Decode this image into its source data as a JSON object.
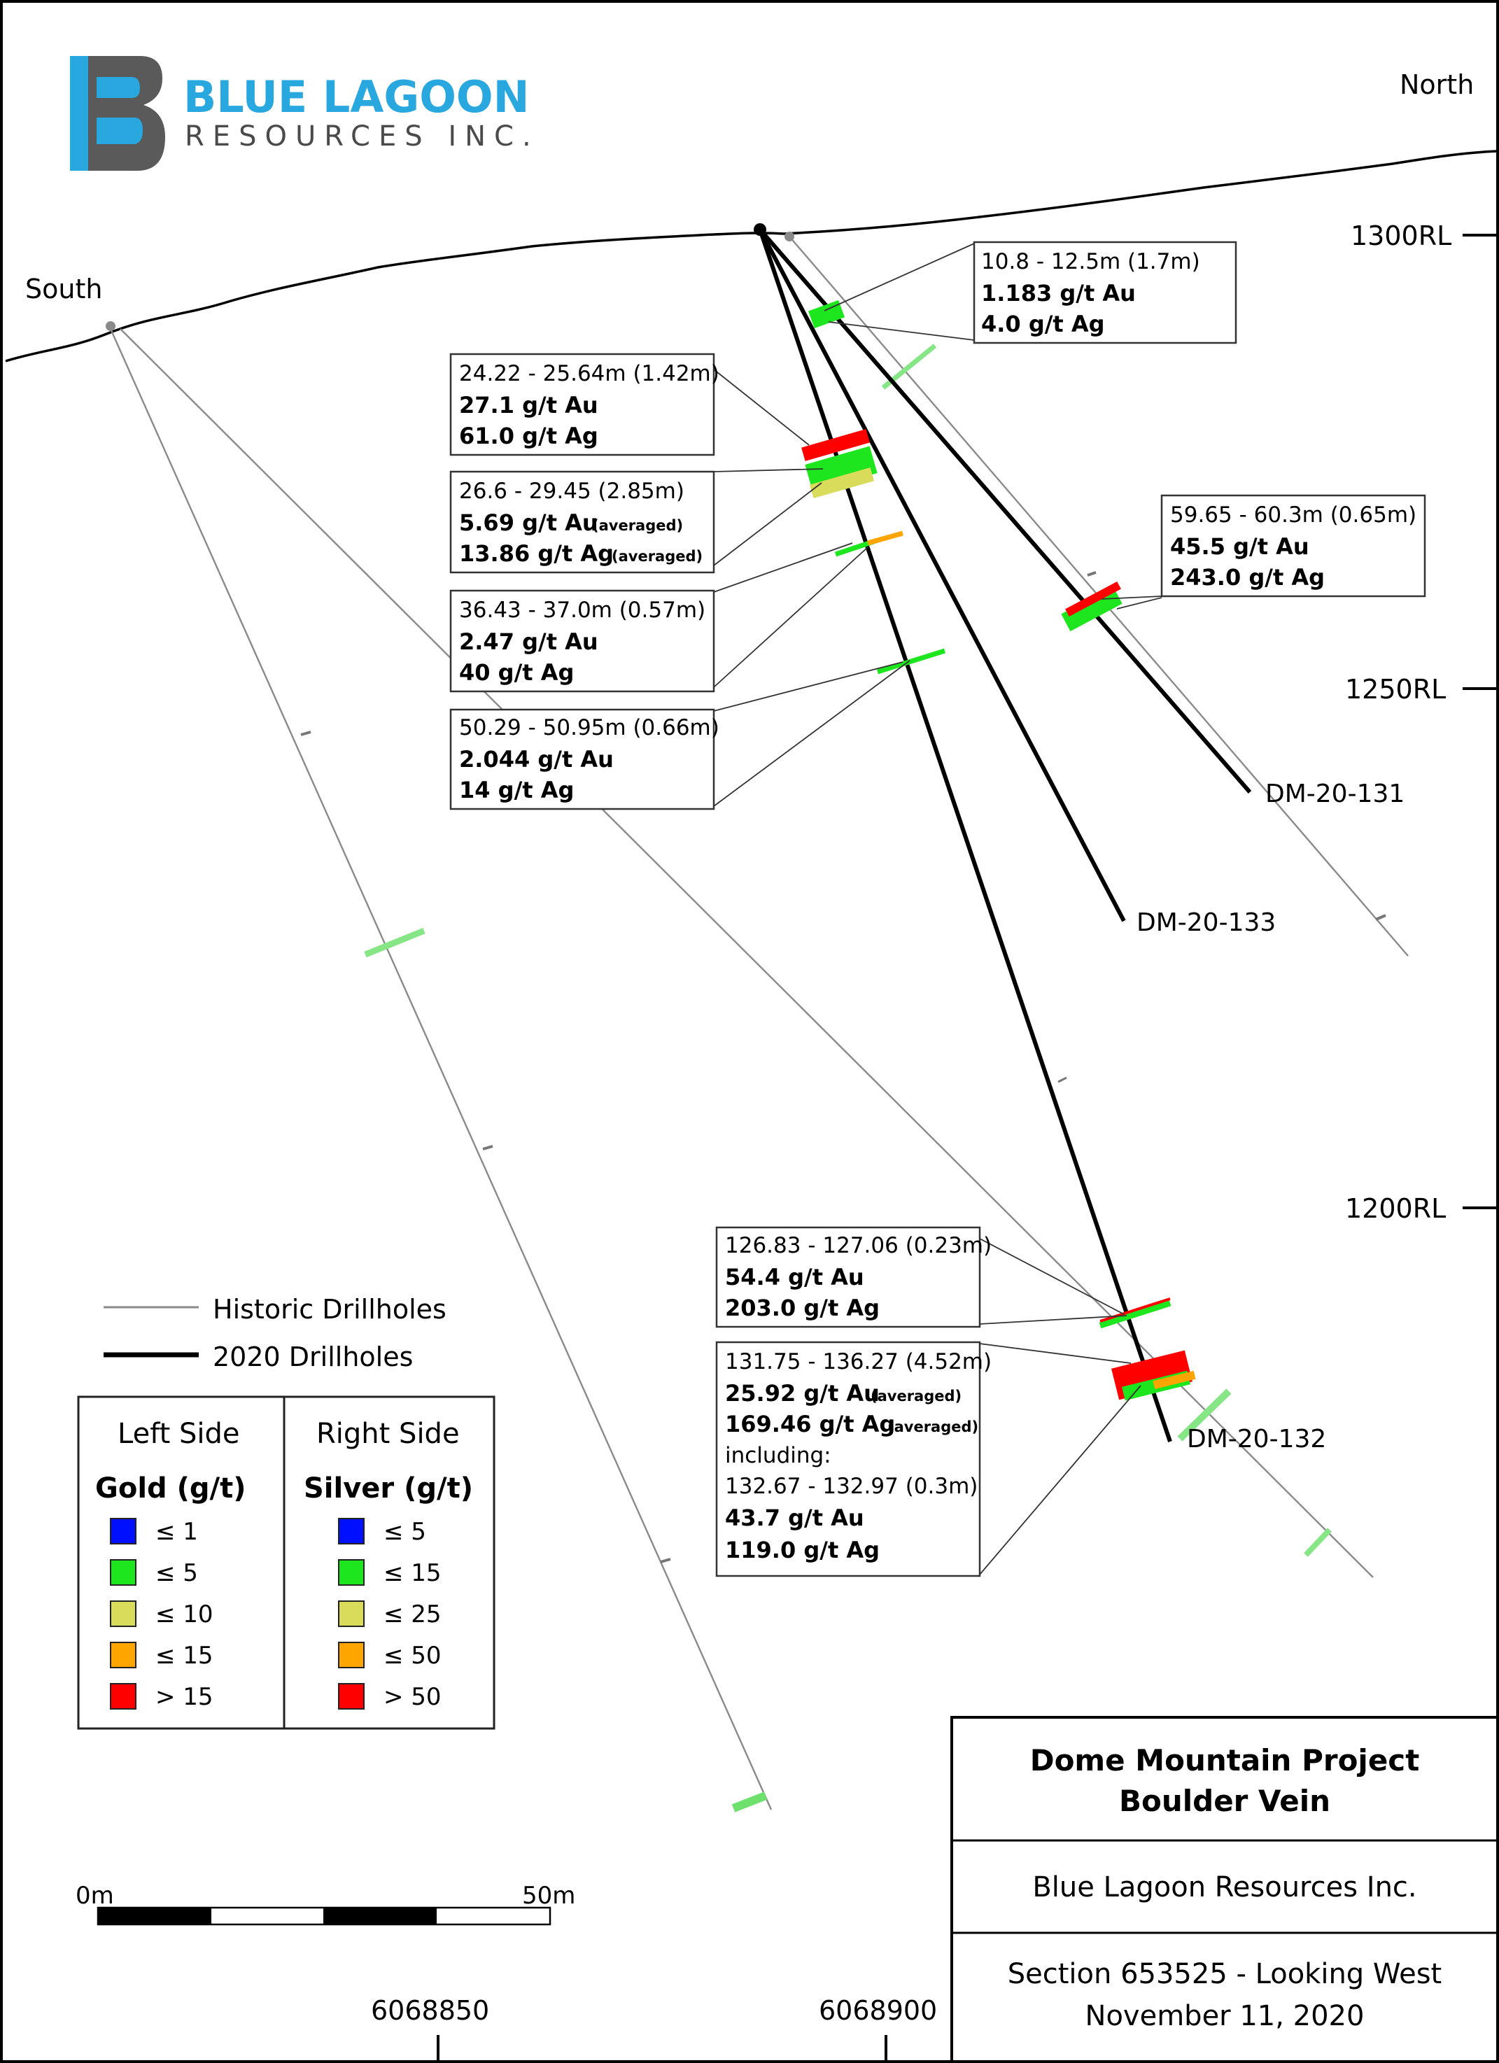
{
  "logo": {
    "name": "BLUE LAGOON",
    "sub": "RESOURCES INC."
  },
  "compass": {
    "north": "North",
    "south": "South"
  },
  "elevations": [
    {
      "label": "1300RL"
    },
    {
      "label": "1250RL"
    },
    {
      "label": "1200RL"
    }
  ],
  "drillholes": {
    "dm131": "DM-20-131",
    "dm133": "DM-20-133",
    "dm132": "DM-20-132"
  },
  "intercepts": [
    {
      "interval": "10.8 - 12.5m (1.7m)",
      "au": "1.183 g/t Au",
      "ag": "4.0 g/t Ag"
    },
    {
      "interval": "24.22 - 25.64m (1.42m)",
      "au": "27.1 g/t Au",
      "ag": "61.0 g/t Ag"
    },
    {
      "interval": "26.6 - 29.45 (2.85m)",
      "au": "5.69 g/t Au",
      "au_note": "(averaged)",
      "ag": "13.86  g/t Ag",
      "ag_note": "(averaged)"
    },
    {
      "interval": "59.65 - 60.3m (0.65m)",
      "au": "45.5 g/t Au",
      "ag": "243.0 g/t Ag"
    },
    {
      "interval": "36.43 - 37.0m (0.57m)",
      "au": "2.47 g/t Au",
      "ag": "40 g/t Ag"
    },
    {
      "interval": "50.29 - 50.95m (0.66m)",
      "au": "2.044 g/t Au",
      "ag": "14 g/t Ag"
    },
    {
      "interval": "126.83 - 127.06 (0.23m)",
      "au": "54.4 g/t Au",
      "ag": "203.0 g/t Ag"
    },
    {
      "interval": "131.75 - 136.27 (4.52m)",
      "au": "25.92 g/t Au",
      "au_note": "(averaged)",
      "ag": "169.46 g/t Ag",
      "ag_note": "(averaged)",
      "including": "including:",
      "sub_interval": "132.67 - 132.97 (0.3m)",
      "sub_au": "43.7 g/t Au",
      "sub_ag": "119.0 g/t Ag"
    }
  ],
  "line_legend": {
    "historic": "Historic Drillholes",
    "recent": "2020 Drillholes"
  },
  "color_legend": {
    "left_title": "Left Side",
    "left_sub": "Gold (g/t)",
    "right_title": "Right Side",
    "right_sub": "Silver (g/t)",
    "gold": [
      {
        "label": "≤ 1",
        "color": "#0010ff"
      },
      {
        "label": "≤ 5",
        "color": "#1ee61e"
      },
      {
        "label": "≤ 10",
        "color": "#d8dc5a"
      },
      {
        "label": "≤ 15",
        "color": "#ffa500"
      },
      {
        "label": "> 15",
        "color": "#ff0000"
      }
    ],
    "silver": [
      {
        "label": "≤ 5",
        "color": "#0010ff"
      },
      {
        "label": "≤ 15",
        "color": "#1ee61e"
      },
      {
        "label": "≤ 25",
        "color": "#d8dc5a"
      },
      {
        "label": "≤ 50",
        "color": "#ffa500"
      },
      {
        "label": "> 50",
        "color": "#ff0000"
      }
    ]
  },
  "scale_bar": {
    "start": "0m",
    "end": "50m"
  },
  "eastings": [
    {
      "label": "6068850"
    },
    {
      "label": "6068900"
    }
  ],
  "title_block": {
    "project": "Dome Mountain Project",
    "vein": "Boulder Vein",
    "company": "Blue Lagoon Resources Inc.",
    "section": "Section 653525 - Looking West",
    "date": "November 11, 2020"
  },
  "colors": {
    "logo_blue": "#29a8e0",
    "logo_grey": "#4a4a4a",
    "historic_line": "#8a8a8a",
    "recent_line": "#000000"
  }
}
